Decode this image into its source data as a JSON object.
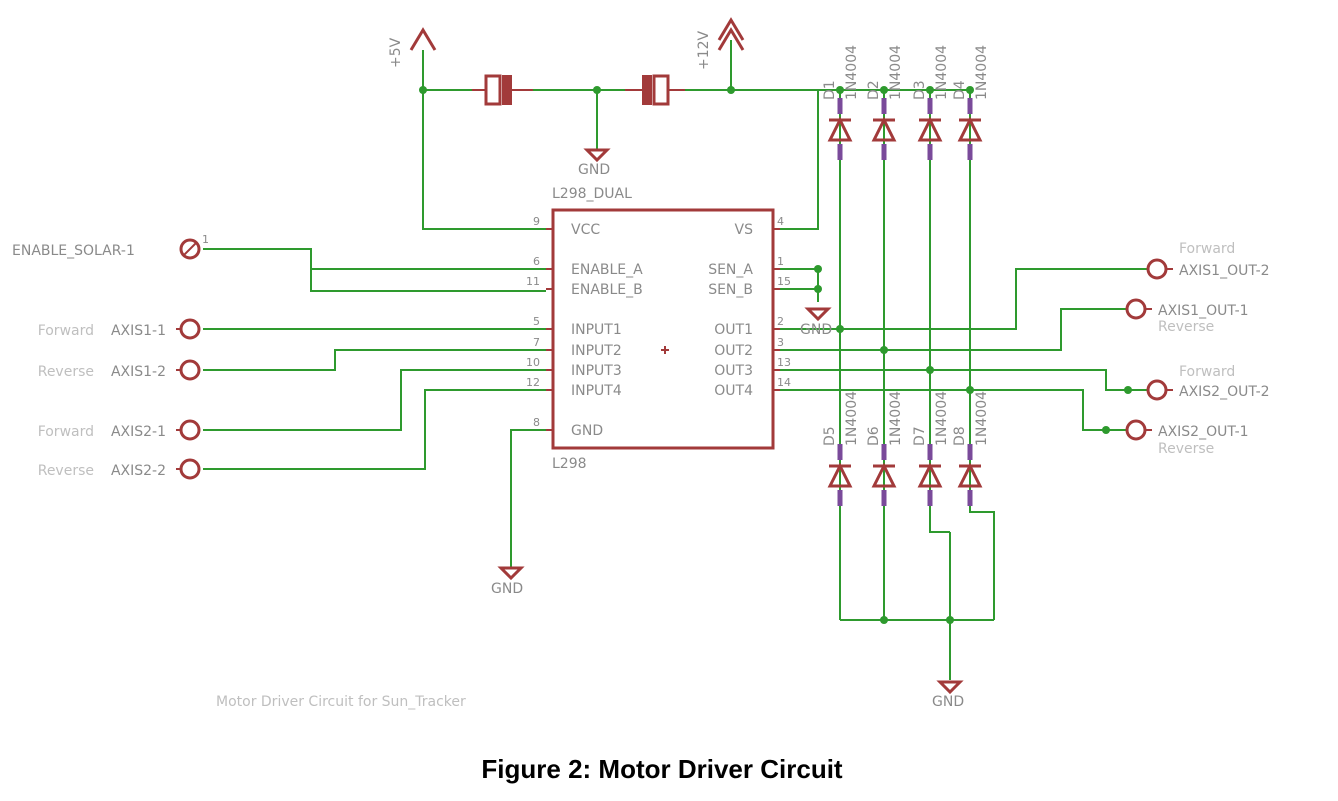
{
  "ic": {
    "name": "L298_DUAL",
    "value": "L298",
    "pins_left": [
      {
        "num": "9",
        "name": "VCC"
      },
      {
        "num": "6",
        "name": "ENABLE_A"
      },
      {
        "num": "11",
        "name": "ENABLE_B"
      },
      {
        "num": "5",
        "name": "INPUT1"
      },
      {
        "num": "7",
        "name": "INPUT2"
      },
      {
        "num": "10",
        "name": "INPUT3"
      },
      {
        "num": "12",
        "name": "INPUT4"
      },
      {
        "num": "8",
        "name": "GND"
      }
    ],
    "pins_right": [
      {
        "num": "4",
        "name": "VS"
      },
      {
        "num": "1",
        "name": "SEN_A"
      },
      {
        "num": "15",
        "name": "SEN_B"
      },
      {
        "num": "2",
        "name": "OUT1"
      },
      {
        "num": "3",
        "name": "OUT2"
      },
      {
        "num": "13",
        "name": "OUT3"
      },
      {
        "num": "14",
        "name": "OUT4"
      }
    ]
  },
  "supplies": {
    "v5": "+5V",
    "v12": "+12V",
    "gnd": "GND"
  },
  "connectors_left": [
    {
      "prefix": "",
      "name": "ENABLE_SOLAR-1",
      "pin": "1"
    },
    {
      "prefix": "Forward",
      "name": "AXIS1-1"
    },
    {
      "prefix": "Reverse",
      "name": "AXIS1-2"
    },
    {
      "prefix": "Forward",
      "name": "AXIS2-1"
    },
    {
      "prefix": "Reverse",
      "name": "AXIS2-2"
    }
  ],
  "connectors_right": [
    {
      "name": "AXIS1_OUT-2",
      "note": "Forward"
    },
    {
      "name": "AXIS1_OUT-1",
      "note": "Reverse"
    },
    {
      "name": "AXIS2_OUT-2",
      "note": "Forward"
    },
    {
      "name": "AXIS2_OUT-1",
      "note": "Reverse"
    }
  ],
  "diodes": [
    {
      "ref": "D1",
      "value": "1N4004"
    },
    {
      "ref": "D2",
      "value": "1N4004"
    },
    {
      "ref": "D3",
      "value": "1N4004"
    },
    {
      "ref": "D4",
      "value": "1N4004"
    },
    {
      "ref": "D5",
      "value": "1N4004"
    },
    {
      "ref": "D6",
      "value": "1N4004"
    },
    {
      "ref": "D7",
      "value": "1N4004"
    },
    {
      "ref": "D8",
      "value": "1N4004"
    }
  ],
  "sheet_title": "Motor Driver Circuit for Sun_Tracker",
  "caption": "Figure 2: Motor Driver Circuit"
}
